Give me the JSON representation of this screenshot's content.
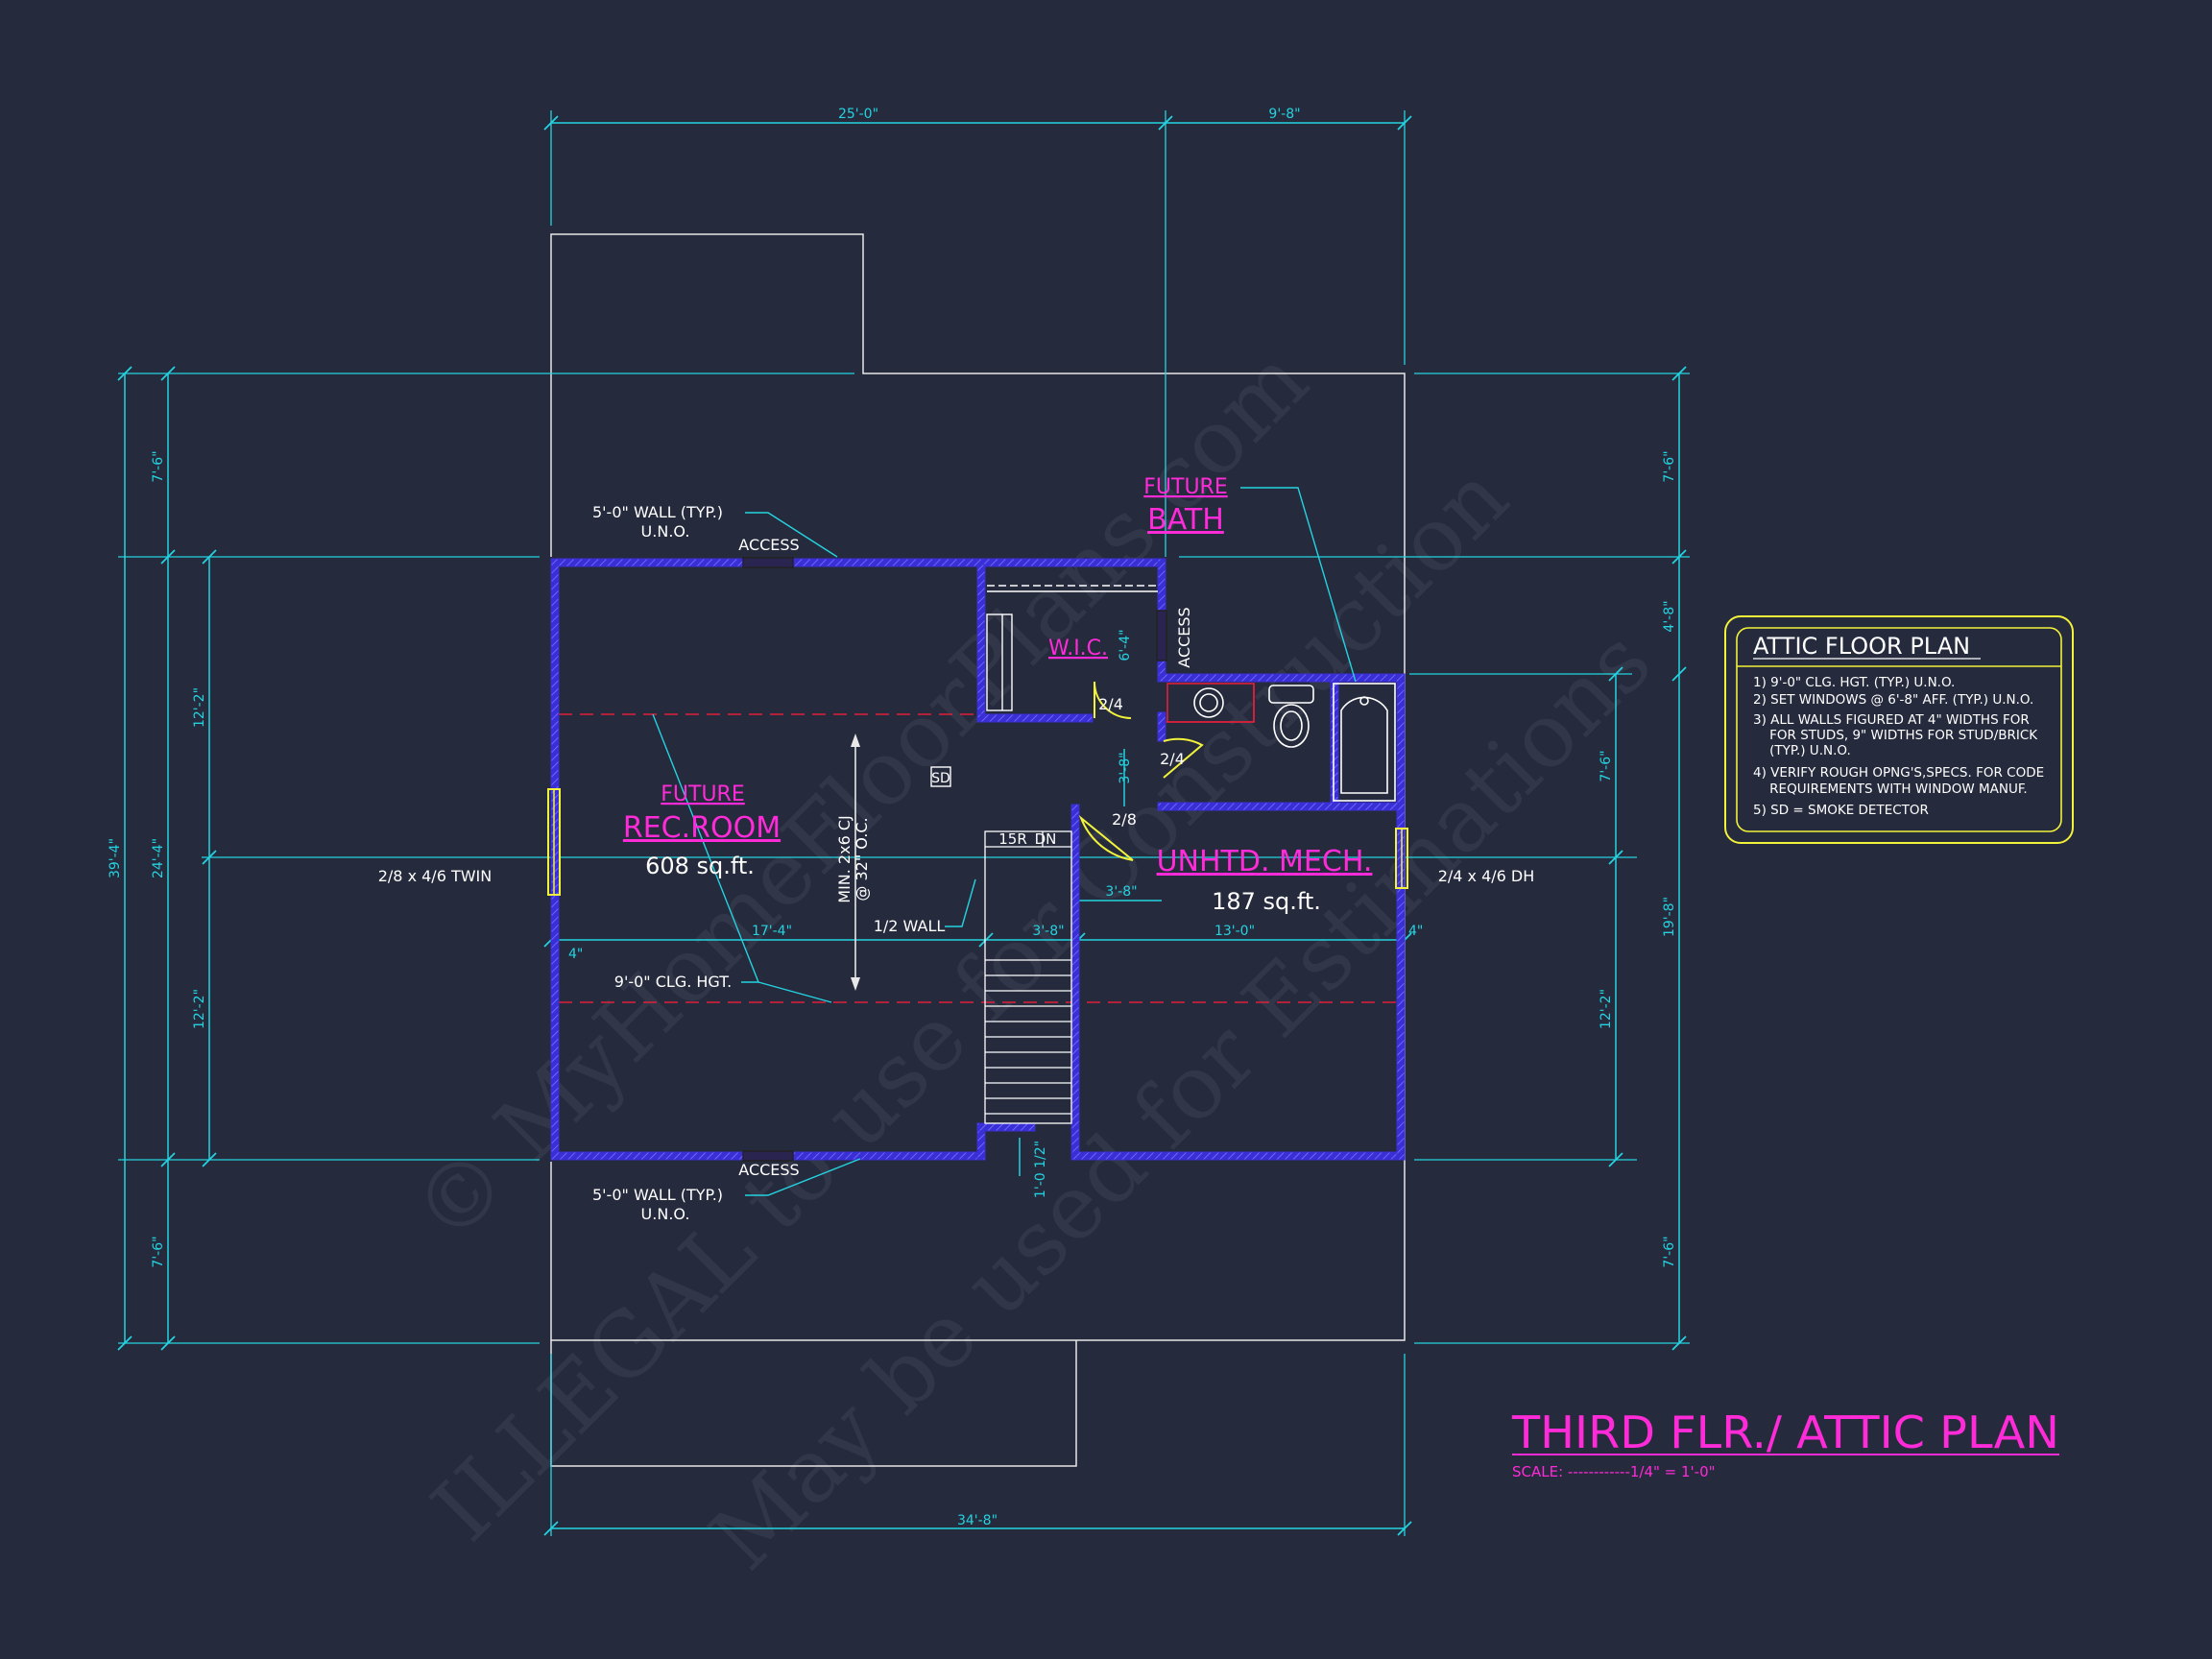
{
  "dimensions": {
    "top_left": "25'-0\"",
    "top_right": "9'-8\"",
    "bottom": "34'-8\"",
    "left_overall": "39'-4\"",
    "left_inner": "24'-4\"",
    "left_top": "7'-6\"",
    "left_bottom": "7'-6\"",
    "left_upper_half": "12'-2\"",
    "left_lower_half": "12'-2\"",
    "right_top": "7'-6\"",
    "right_4_8": "4'-8\"",
    "right_7_6": "7'-6\"",
    "right_19_8": "19'-8\"",
    "right_12_2": "12'-2\"",
    "right_bottom": "7'-6\"",
    "mid_17_4": "17'-4\"",
    "mid_3_8": "3'-8\"",
    "mid_13_0": "13'-0\"",
    "mid_4_left": "4\"",
    "mid_4_right": "4\"",
    "mech_3_8": "3'-8\"",
    "hall_3_8": "3'-8\"",
    "wic_6_4": "6'-4\"",
    "stair_1_0": "1'-0 1/2\""
  },
  "labels": {
    "wall_top": "5'-0\" WALL (TYP.)",
    "uno_top": "U.N.O.",
    "access_top": "ACCESS",
    "wall_bottom": "5'-0\" WALL (TYP.)",
    "uno_bottom": "U.N.O.",
    "access_bottom": "ACCESS",
    "access_right": "ACCESS",
    "window_left": "2/8 x 4/6 TWIN",
    "window_right": "2/4 x 4/6 DH",
    "ceiling": "9'-0\" CLG. HGT.",
    "half_wall": "1/2 WALL",
    "joist_1": "MIN. 2x6 CJ",
    "joist_2": "@ 32\" O.C.",
    "stair": "15R",
    "stair_dn": "DN",
    "smoke": "SD",
    "door_wic": "2/4",
    "door_bath": "2/4",
    "door_mech": "2/8"
  },
  "rooms": {
    "bath_future": "FUTURE",
    "bath": "BATH",
    "wic": "W.I.C.",
    "rec_future": "FUTURE",
    "rec": "REC.ROOM",
    "rec_area": "608 sq.ft.",
    "mech": "UNHTD. MECH.",
    "mech_area": "187 sq.ft."
  },
  "notes": {
    "title": "ATTIC FLOOR PLAN",
    "lines": [
      "1) 9'-0\"  CLG. HGT. (TYP.) U.N.O.",
      "2) SET WINDOWS @ 6'-8\" AFF. (TYP.) U.N.O.",
      "3) ALL WALLS FIGURED AT 4\" WIDTHS FOR",
      "    FOR STUDS, 9\" WIDTHS FOR STUD/BRICK",
      "    (TYP.) U.N.O.",
      "4) VERIFY ROUGH OPNG'S,SPECS. FOR CODE",
      "    REQUIREMENTS WITH WINDOW MANUF.",
      "5) SD = SMOKE DETECTOR"
    ]
  },
  "sheet": {
    "title": "THIRD FLR./ ATTIC PLAN",
    "scale": "SCALE: ------------1/4\" = 1'-0\""
  },
  "watermark": {
    "line1": "© MyHomeFloorPlans.com",
    "line2": "ILLEGAL to use for Construction",
    "line3": "May be used for Estimations"
  },
  "colors": {
    "background": "#252a3d",
    "dimension": "#25d3e0",
    "room_label": "#ff2bd8",
    "wall": "#3a2fd6",
    "ridge": "#e0203a",
    "notes_border": "#f2f23a"
  }
}
